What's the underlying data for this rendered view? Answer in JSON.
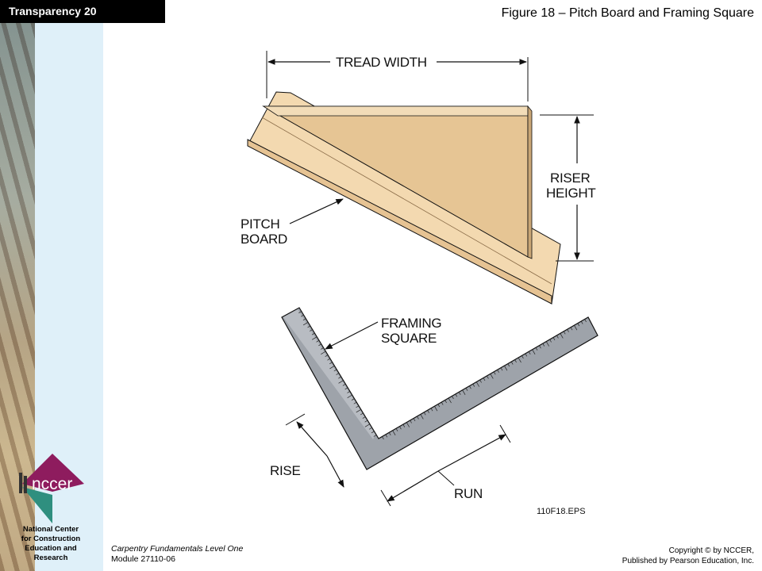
{
  "header": {
    "badge": "Transparency 20",
    "figure_title": "Figure 18 – Pitch Board and Framing Square"
  },
  "diagram": {
    "labels": {
      "tread_width": "TREAD WIDTH",
      "riser_line1": "RISER",
      "riser_line2": "HEIGHT",
      "pitch_line1": "PITCH",
      "pitch_line2": "BOARD",
      "framing_line1": "FRAMING",
      "framing_line2": "SQUARE",
      "rise": "RISE",
      "run": "RUN",
      "file_id": "110F18.EPS"
    },
    "colors": {
      "board_face": "#f3d9b0",
      "board_edge": "#e6c393",
      "pitch_board": "#e6c594",
      "pitch_board_top": "#f2dcb8",
      "square_metal": "#9ea3aa"
    }
  },
  "logo": {
    "text": "nccer",
    "primary_color": "#8e1c5e",
    "secondary_color": "#2f8f7f"
  },
  "organization": {
    "line1": "National Center",
    "line2": "for Construction",
    "line3": "Education and",
    "line4": "Research"
  },
  "footer": {
    "course": "Carpentry Fundamentals Level One",
    "module": "Module 27110-06",
    "copyright_line1": "Copyright © by NCCER,",
    "copyright_line2": "Published by Pearson Education, Inc."
  }
}
